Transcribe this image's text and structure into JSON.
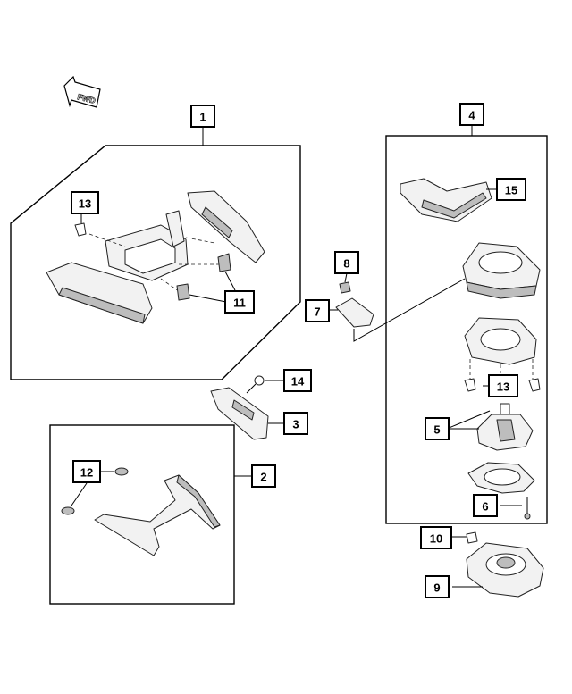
{
  "orientation": {
    "label": "FWD"
  },
  "callouts": [
    {
      "id": "1",
      "label": "1"
    },
    {
      "id": "2",
      "label": "2"
    },
    {
      "id": "3",
      "label": "3"
    },
    {
      "id": "4",
      "label": "4"
    },
    {
      "id": "5",
      "label": "5"
    },
    {
      "id": "6",
      "label": "6"
    },
    {
      "id": "7",
      "label": "7"
    },
    {
      "id": "8",
      "label": "8"
    },
    {
      "id": "9",
      "label": "9"
    },
    {
      "id": "10",
      "label": "10"
    },
    {
      "id": "11",
      "label": "11"
    },
    {
      "id": "12",
      "label": "12"
    },
    {
      "id": "13a",
      "label": "13"
    },
    {
      "id": "13b",
      "label": "13"
    },
    {
      "id": "14",
      "label": "14"
    },
    {
      "id": "15",
      "label": "15"
    }
  ],
  "colors": {
    "line": "#000000",
    "part_fill": "#f2f2f2",
    "part_shade": "#bdbdbd",
    "background": "#ffffff"
  }
}
